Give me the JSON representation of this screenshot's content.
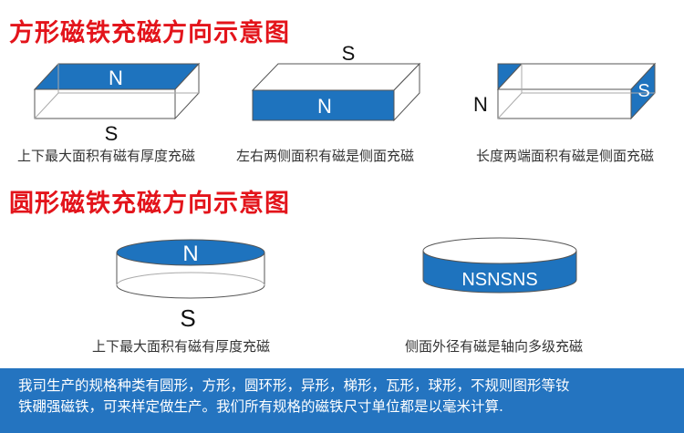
{
  "section_rect": {
    "title": "方形磁铁充磁方向示意图",
    "items": [
      {
        "pole_a": "N",
        "pole_b": "S",
        "caption": "上下最大面积有磁有厚度充磁"
      },
      {
        "pole_a": "N",
        "pole_b": "S",
        "caption": "左右两侧面积有磁是侧面充磁"
      },
      {
        "pole_a": "N",
        "pole_b": "S",
        "caption": "长度两端面积有磁是侧面充磁"
      }
    ]
  },
  "section_round": {
    "title": "圆形磁铁充磁方向示意图",
    "items": [
      {
        "pole_a": "N",
        "pole_b": "S",
        "caption": "上下最大面积有磁有厚度充磁"
      },
      {
        "pole_a": "NSNSNS",
        "caption": "侧面外径有磁是轴向多级充磁"
      }
    ]
  },
  "footer": {
    "line1": "我司生产的规格种类有圆形，方形，圆环形，异形，梯形，瓦形，球形，不规则图形等钕",
    "line2": "铁硼强磁铁，可来样定做生产。我们所有规格的磁铁尺寸单位都是以毫米计算."
  },
  "colors": {
    "accent": "#1e73be",
    "heading": "#e3141b",
    "footer_bg": "#2474c0",
    "outline": "#555555"
  }
}
